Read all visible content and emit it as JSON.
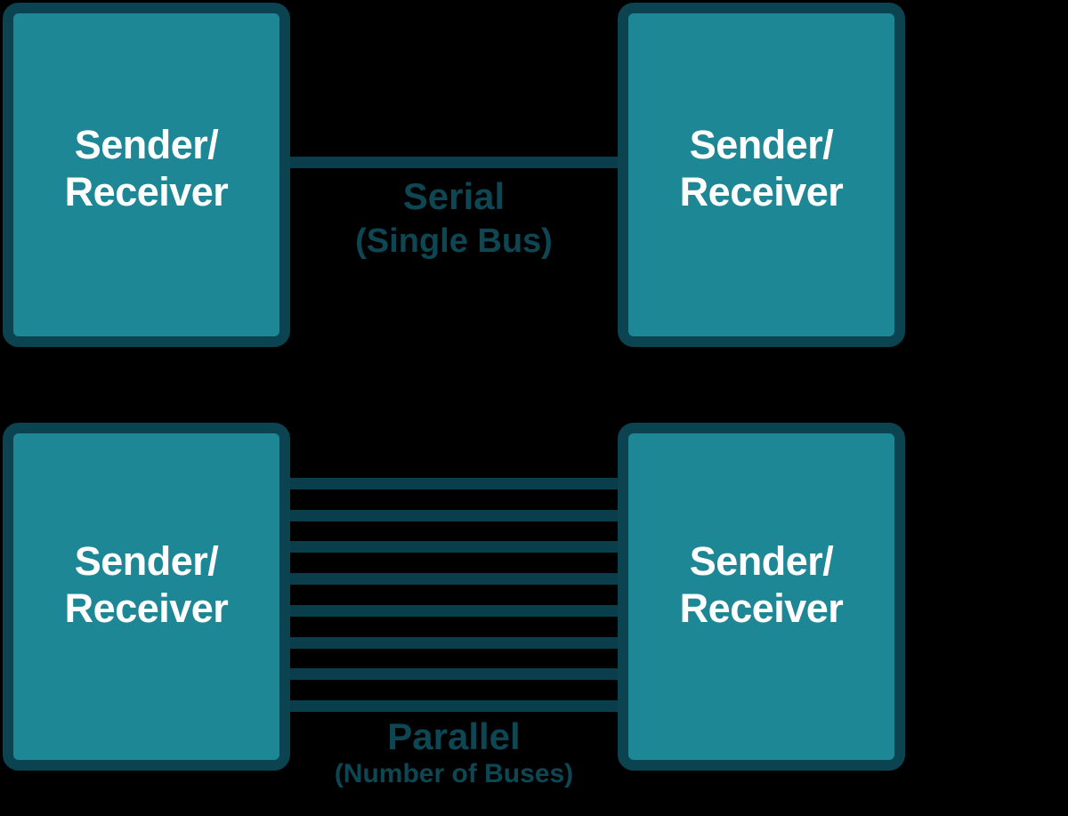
{
  "diagram": {
    "boxes": [
      {
        "position": "top-left",
        "line1": "Sender/",
        "line2": "Receiver"
      },
      {
        "position": "top-right",
        "line1": "Sender/",
        "line2": "Receiver"
      },
      {
        "position": "bottom-left",
        "line1": "Sender/",
        "line2": "Receiver"
      },
      {
        "position": "bottom-right",
        "line1": "Sender/",
        "line2": "Receiver"
      }
    ],
    "serial": {
      "title": "Serial",
      "subtitle": "(Single Bus)",
      "bus_count": 1
    },
    "parallel": {
      "title": "Parallel",
      "subtitle": "(Number of Buses)",
      "bus_count": 8
    },
    "colors": {
      "background": "#000000",
      "box_fill": "#1E8795",
      "box_border": "#0C4351",
      "bus_line": "#0A3E4C",
      "label_text": "#0E4754",
      "box_text": "#FFFFFF"
    }
  }
}
